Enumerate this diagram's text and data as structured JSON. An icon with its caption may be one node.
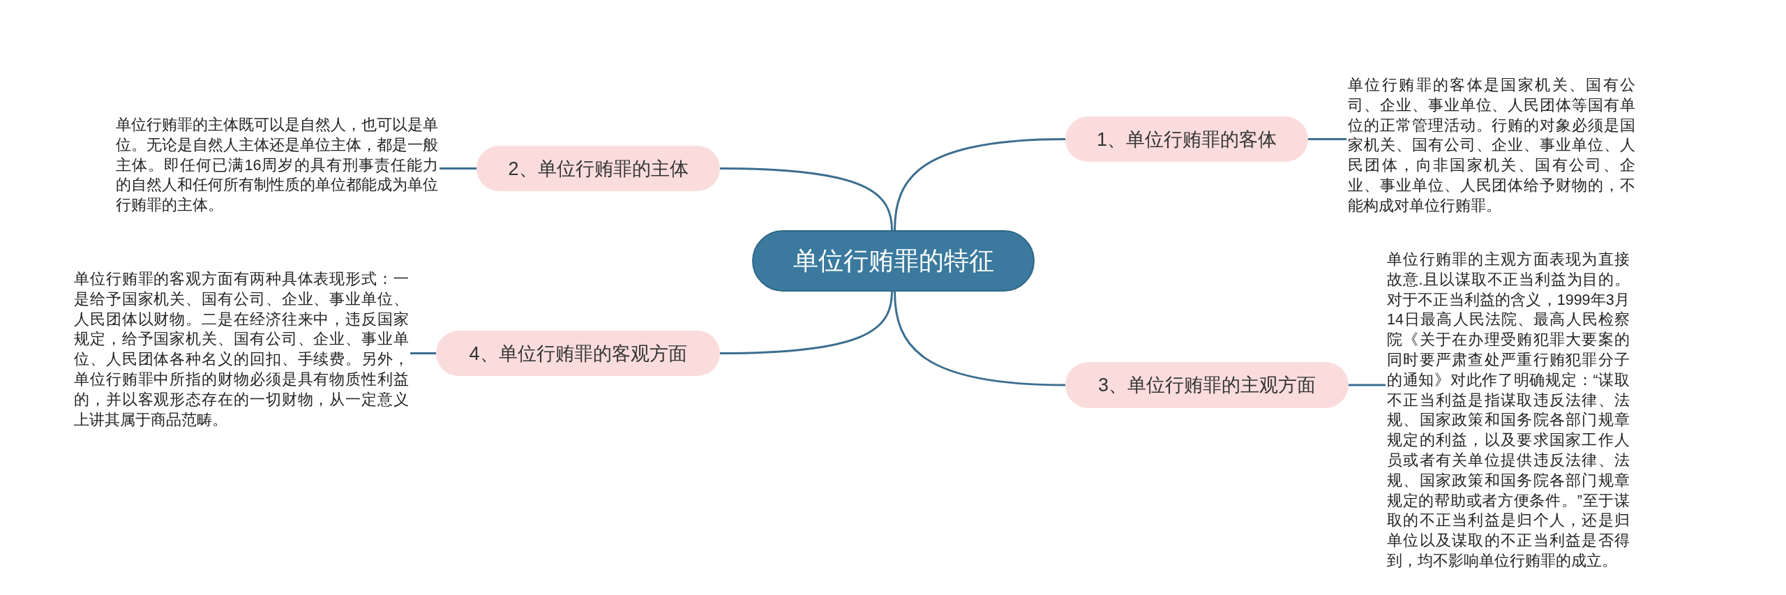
{
  "diagram": {
    "nodes": [
      {
        "text": [
          "单位行贿罪的特征"
        ]
      },
      {
        "text": [
          "1、单位行贿罪的客体"
        ]
      },
      {
        "text": [
          "单位行贿罪的客体是国家机关、国有公司、企业、事业单位、人民团体等国有单位的正常管理活动。行贿的对象必须是国家机关、国有公司、企业、事业单位、人民团体，向非国家机关、国有公司、企业、事业单位、人民团体给予财物的，不能构成对单位行贿罪。"
        ]
      },
      {
        "text": [
          "2、单位行贿罪的主体"
        ]
      },
      {
        "text": [
          "单位行贿罪的主体既可以是自然人，也可以是单位。无论是自然人主体还是单位主体，都是一般主体。即任何已满16周岁的具有刑事责任能力的自然人和任何所有制性质的单位都能成为单位行贿罪的主体。"
        ]
      },
      {
        "text": [
          "3、单位行贿罪的主观方面"
        ]
      },
      {
        "text": [
          "单位行贿罪的主观方面表现为直接故意.且以谋取不正当利益为目的。对于不正当利益的含义，1999年3月14日最高人民法院、最高人民检察院《关于在办理受贿犯罪大要案的同时要严肃查处严重行贿犯罪分子的通知》对此作了明确规定：“谋取不正当利益是指谋取违反法律、法规、国家政策和国务院各部门规章规定的利益，以及要求国家工作人员或者有关单位提供违反法律、法规、国家政策和国务院各部门规章规定的帮助或者方便条件。”至于谋取的不正当利益是归个人，还是归单位以及谋取的不正当利益是否得到，均不影响单位行贿罪的成立。"
        ]
      },
      {
        "text": [
          "4、单位行贿罪的客观方面"
        ]
      },
      {
        "text": [
          "单位行贿罪的客观方面有两种具体表现形式：一是给予国家机关、国有公司、企业、事业单位、人民团体以财物。二是在经济往来中，违反国家规定，给予国家机关、国有公司、企业、事业单位、人民团体各种名义的回扣、手续费。另外，单位行贿罪中所指的财物必须是具有物质性利益的，并以客观形态存在的一切财物，从一定意义上讲其属于商品范畴。"
        ]
      }
    ],
    "edges": [
      {
        "from": 0,
        "to": 1,
        "arrow": "none"
      },
      {
        "from": 1,
        "to": 2,
        "arrow": "none"
      },
      {
        "from": 0,
        "to": 3,
        "arrow": "none"
      },
      {
        "from": 3,
        "to": 4,
        "arrow": "none"
      },
      {
        "from": 0,
        "to": 5,
        "arrow": "none"
      },
      {
        "from": 5,
        "to": 6,
        "arrow": "none"
      },
      {
        "from": 0,
        "to": 7,
        "arrow": "none"
      },
      {
        "from": 7,
        "to": 8,
        "arrow": "none"
      }
    ]
  }
}
